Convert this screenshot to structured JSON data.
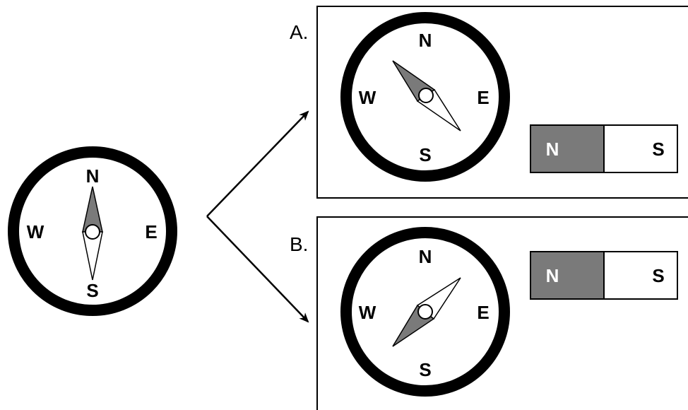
{
  "compass_labels": {
    "north": "N",
    "south": "S",
    "east": "E",
    "west": "W"
  },
  "panels": [
    {
      "label": "A.",
      "magnet": {
        "left_pole": "N",
        "right_pole": "S"
      }
    },
    {
      "label": "B.",
      "magnet": {
        "left_pole": "N",
        "right_pole": "S"
      }
    }
  ],
  "colors": {
    "needle_north": "#7a7a7a",
    "magnet_north": "#7a7a7a",
    "ring": "#000000",
    "background": "#ffffff"
  }
}
